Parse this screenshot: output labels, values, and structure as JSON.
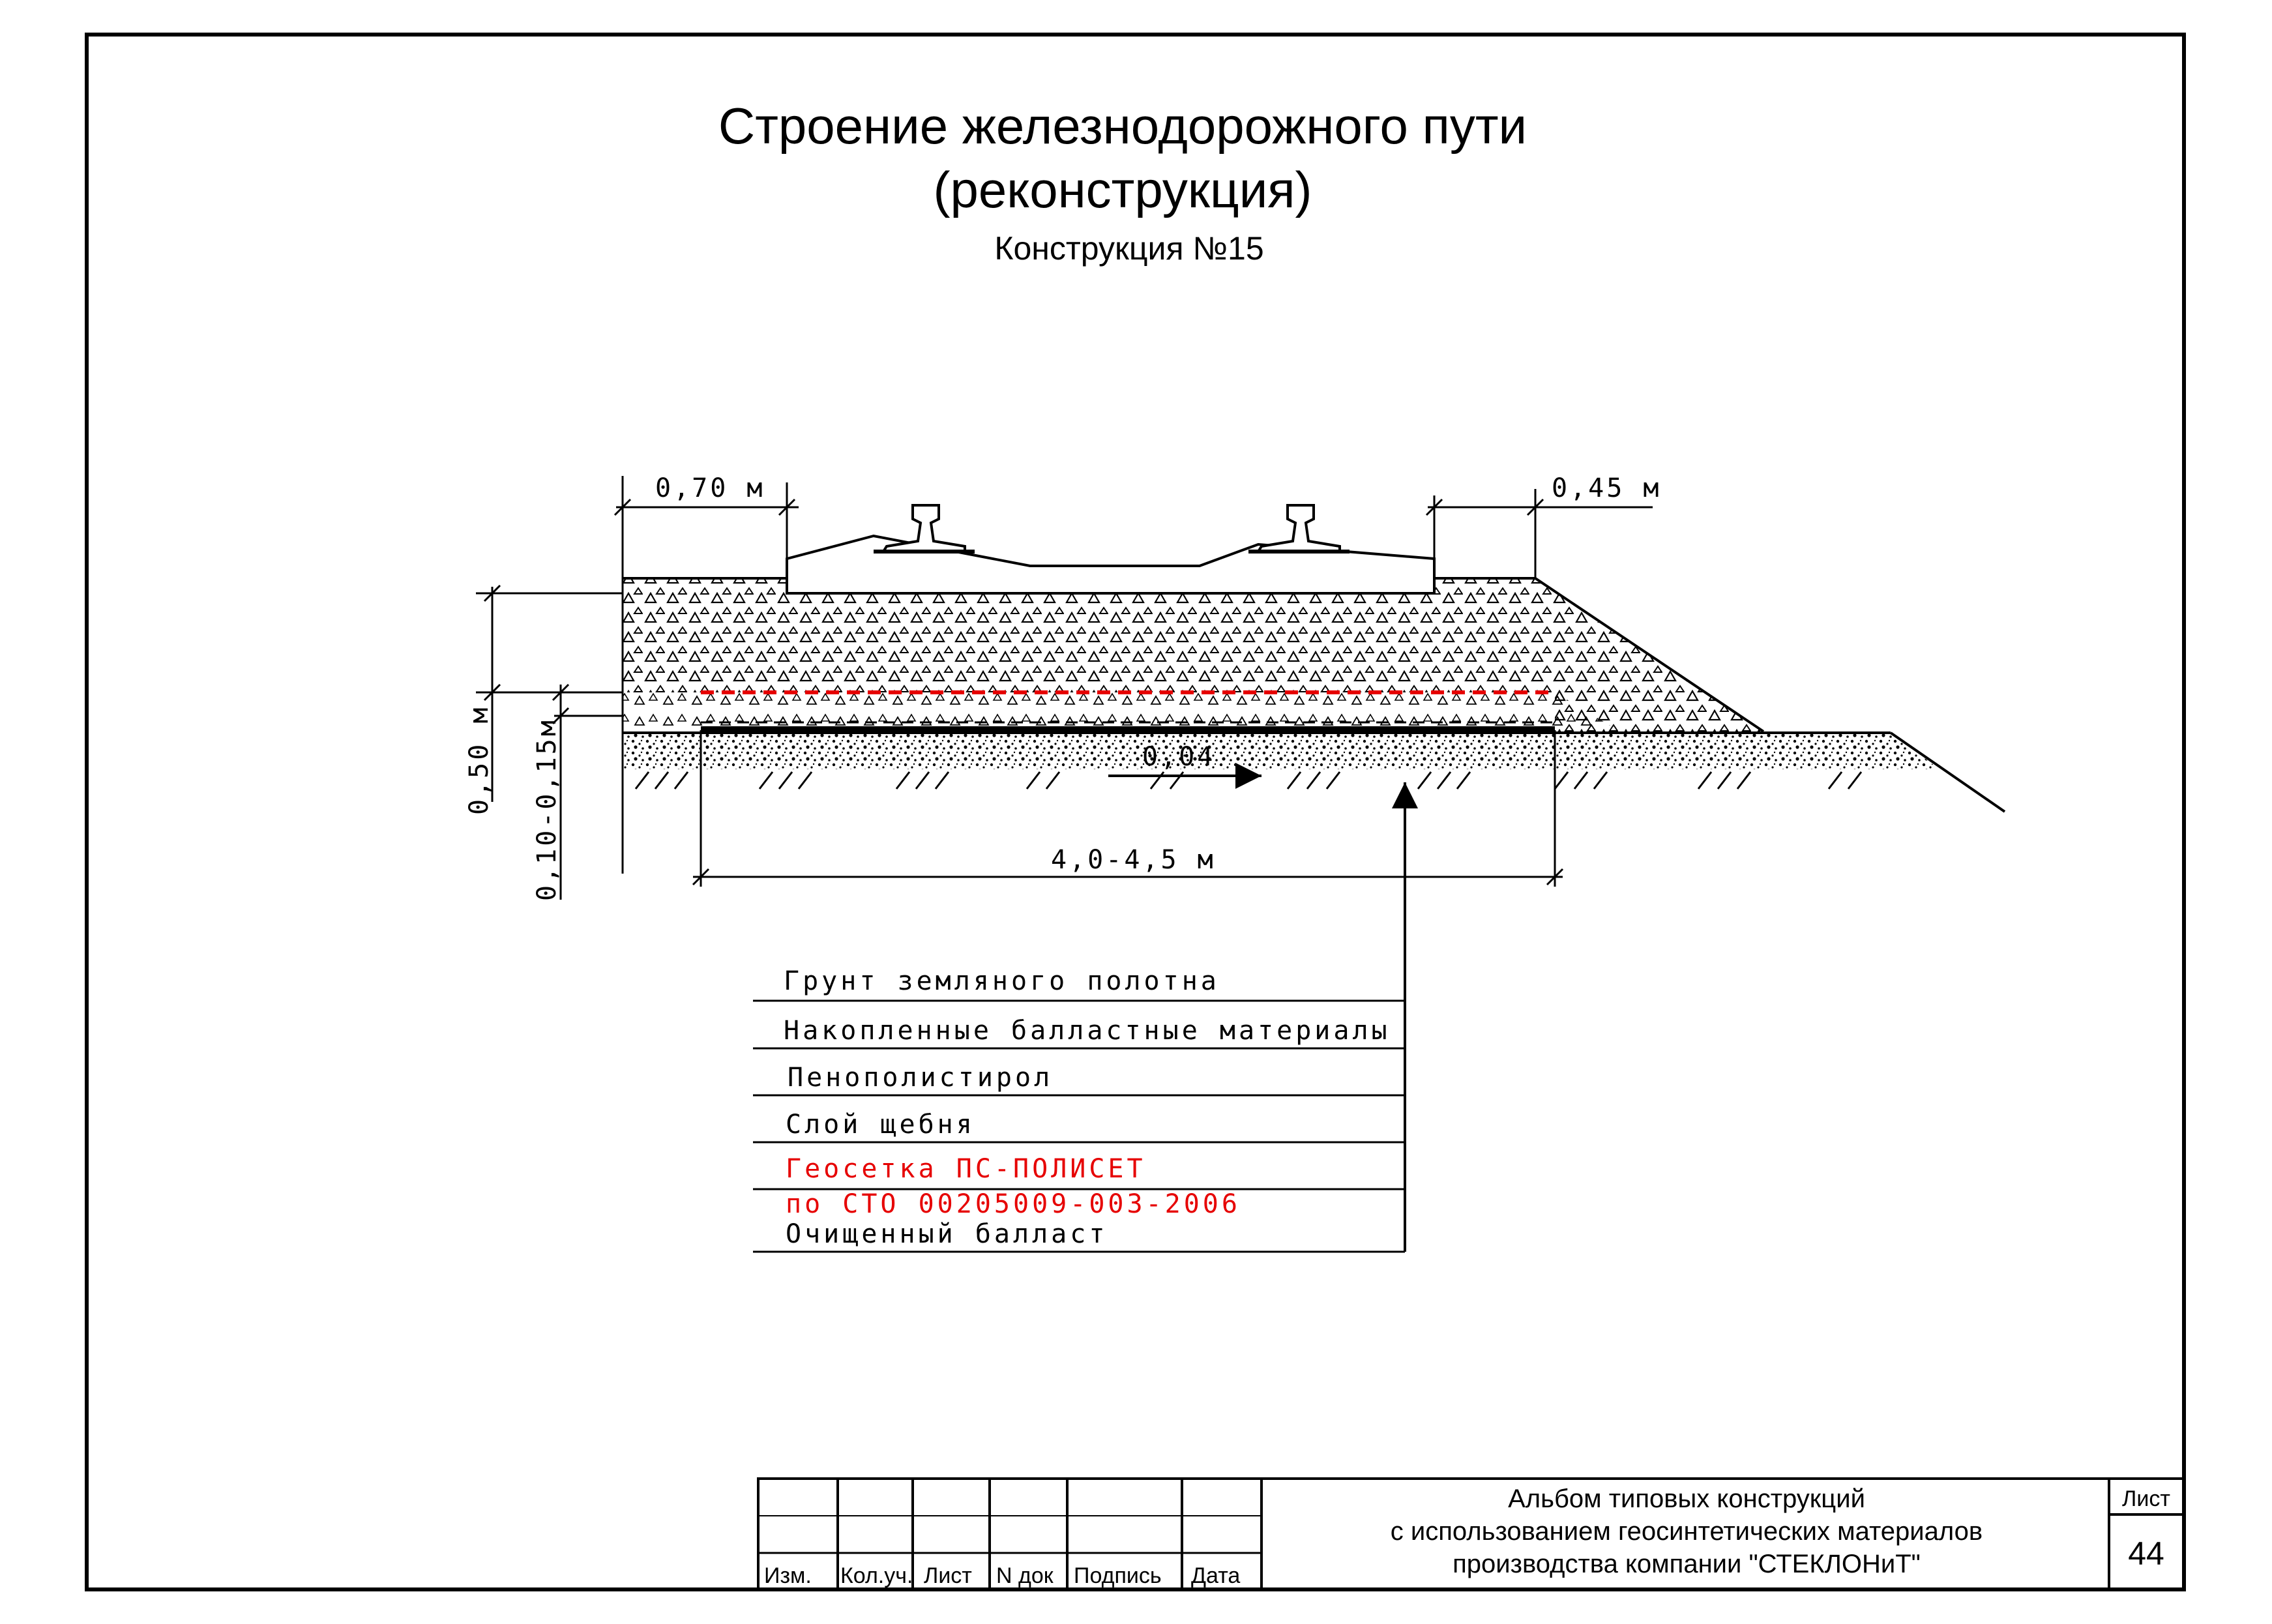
{
  "title": {
    "line1": "Строение железнодорожного пути",
    "line2": "(реконструкция)",
    "line3": "Конструкция №15"
  },
  "dimensions": {
    "left_shoulder": "0,70 м",
    "right_shoulder": "0,45 м",
    "height_total": "0,50 м",
    "height_layer": "0,10-0,15м",
    "slope": "0,04",
    "width": "4,0-4,5 м"
  },
  "legend": [
    {
      "text": "Грунт земляного полотна",
      "color": "#000000"
    },
    {
      "text": "Накопленные балластные материалы",
      "color": "#000000"
    },
    {
      "text": "Пенополистирол",
      "color": "#000000"
    },
    {
      "text": "Слой щебня",
      "color": "#000000"
    },
    {
      "text": "Геосетка ПС-ПОЛИСЕТ",
      "color": "#e60000"
    },
    {
      "text": "по СТО 00205009-003-2006",
      "color": "#e60000"
    },
    {
      "text": "Очищенный балласт",
      "color": "#000000"
    }
  ],
  "title_block": {
    "columns": [
      "Изм.",
      "Кол.уч.",
      "Лист",
      "N док",
      "Подпись",
      "Дата"
    ],
    "album_line1": "Альбом типовых конструкций",
    "album_line2": "с использованием геосинтетических материалов",
    "album_line3": "производства компании \"СТЕКЛОНиТ\"",
    "sheet_label": "Лист",
    "sheet_number": "44"
  },
  "colors": {
    "ink": "#000000",
    "geogrid": "#e60000"
  }
}
